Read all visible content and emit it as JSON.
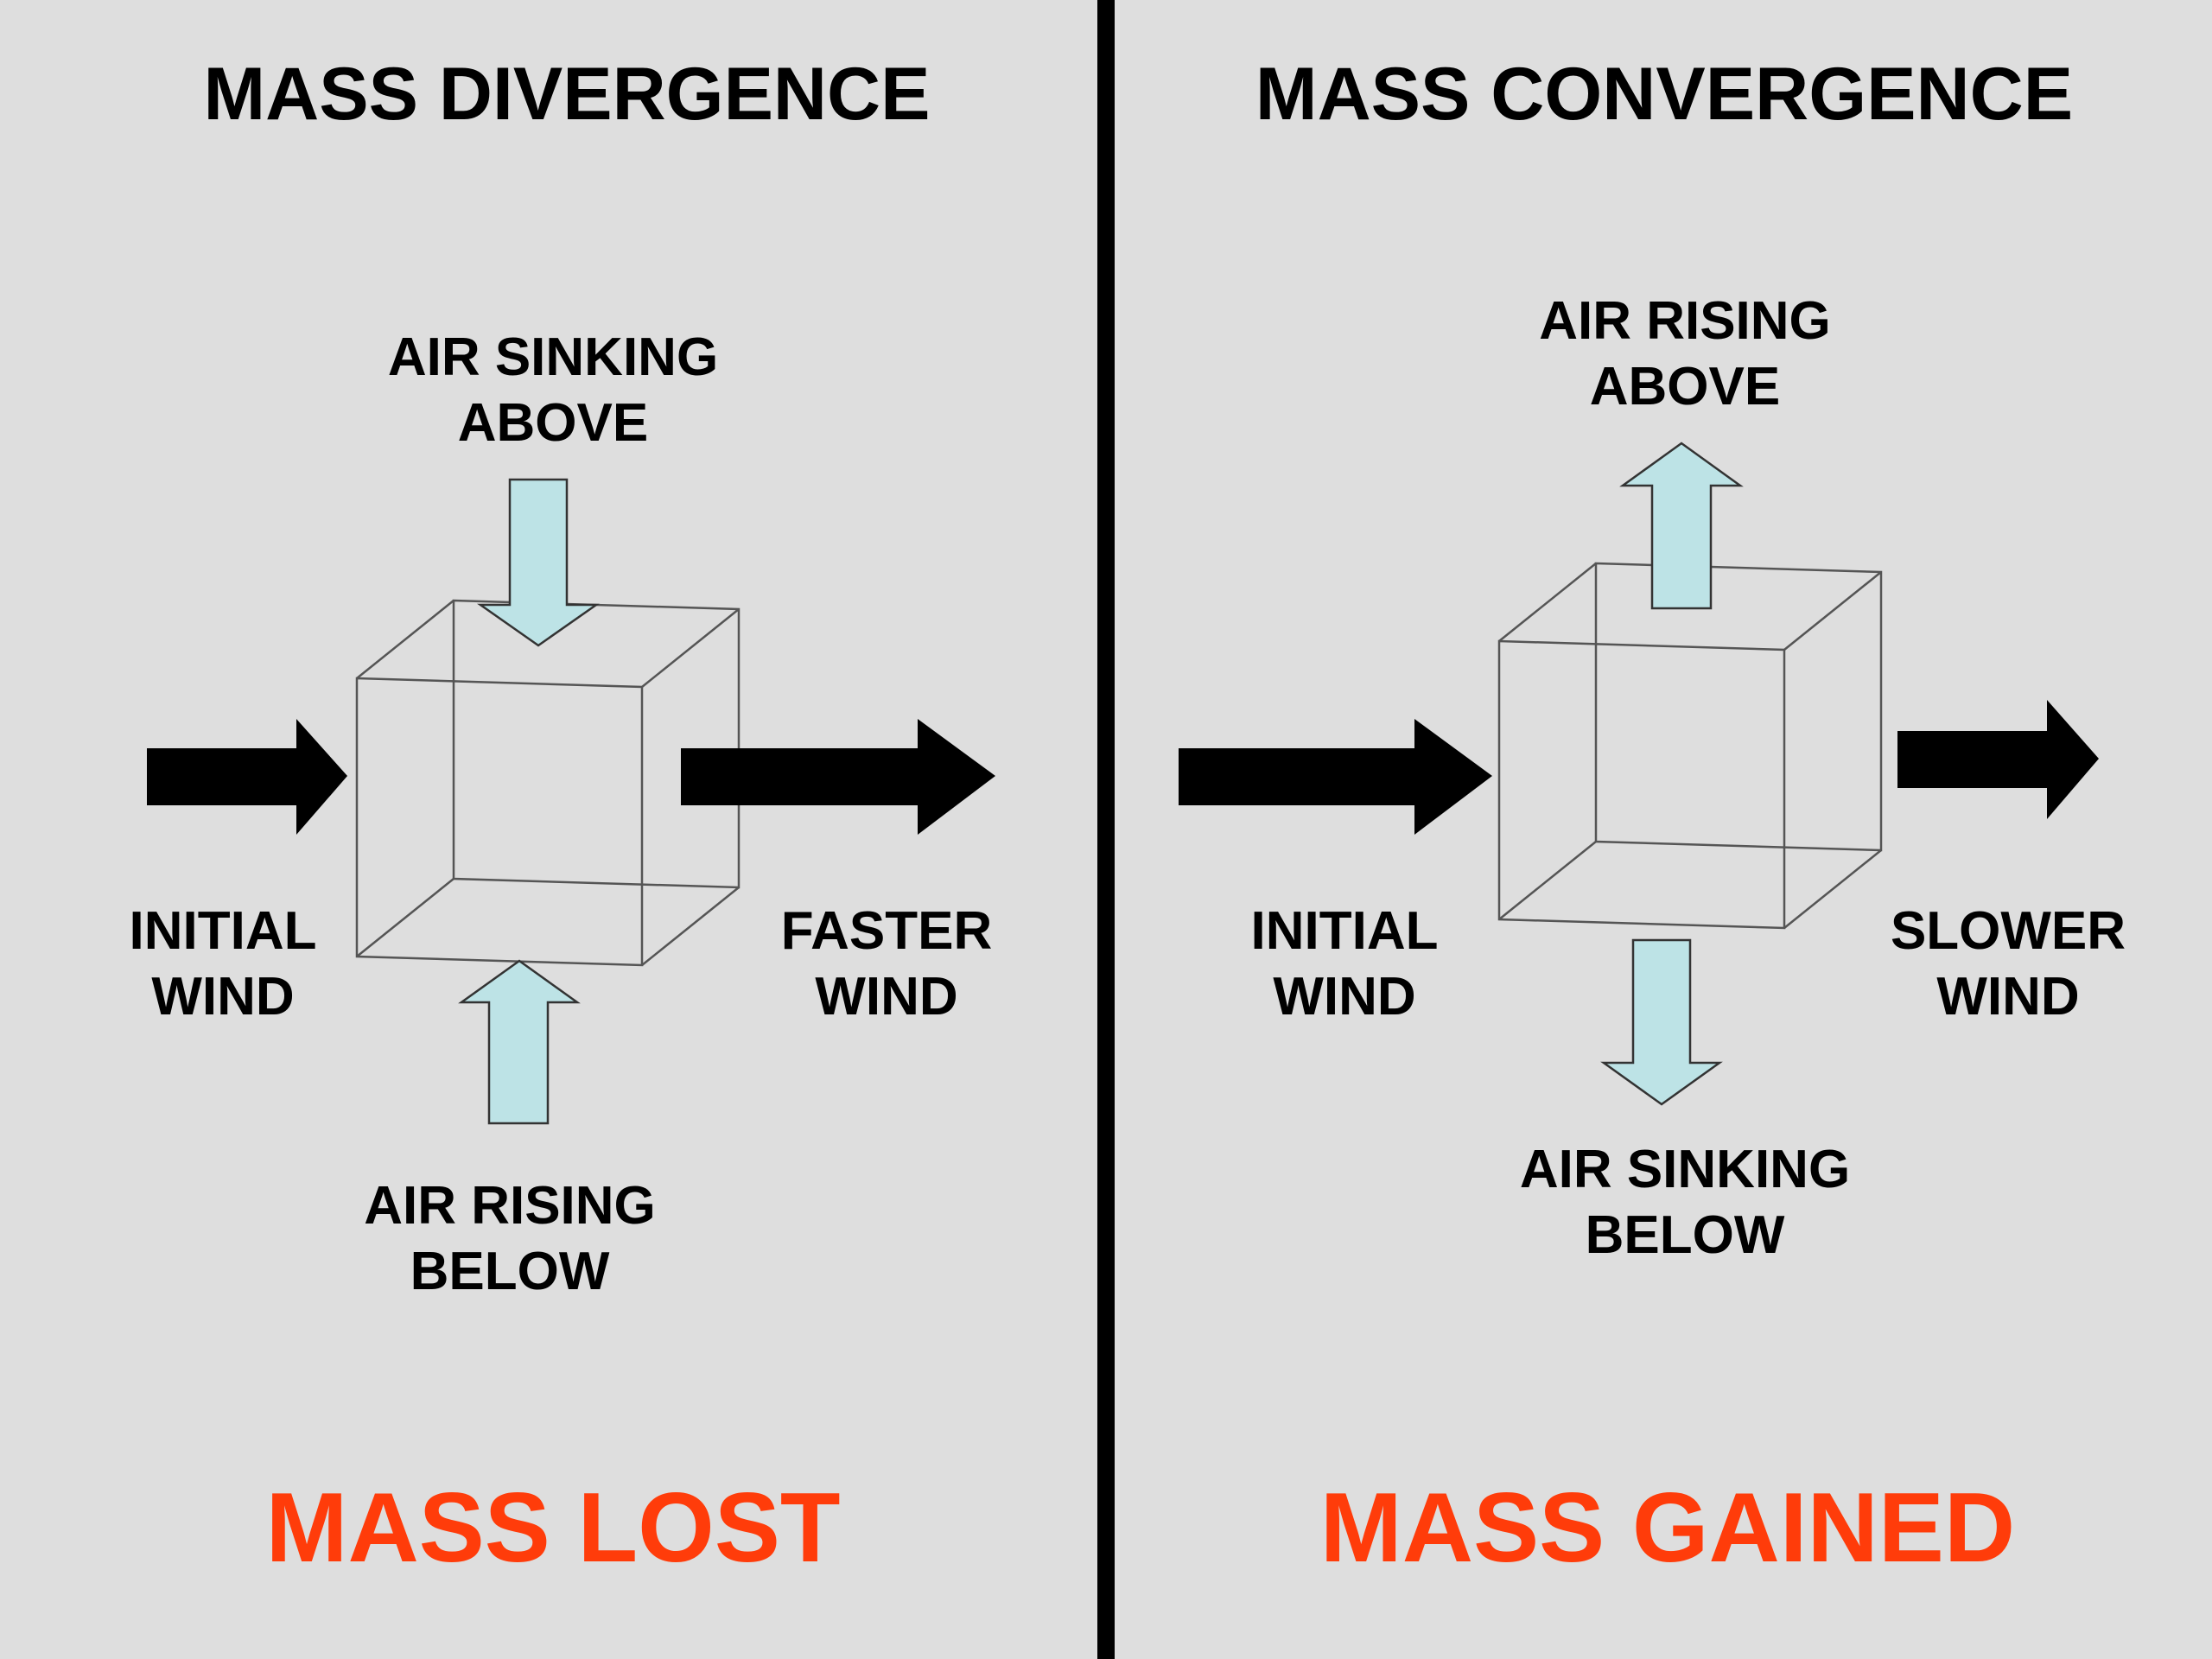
{
  "colors": {
    "background": "#dedede",
    "divider": "#000000",
    "wind_arrow": "#000000",
    "vertical_arrow_fill": "#bde3e6",
    "vertical_arrow_stroke": "#333333",
    "cube_edge": "#555555",
    "result_text": "#ff3c0a",
    "text": "#000000"
  },
  "left_panel": {
    "title": "MASS DIVERGENCE",
    "top_label": {
      "line1": "AIR SINKING",
      "line2": "ABOVE"
    },
    "bottom_label": {
      "line1": "AIR RISING",
      "line2": "BELOW"
    },
    "inflow_label": {
      "line1": "INITIAL",
      "line2": "WIND"
    },
    "outflow_label": {
      "line1": "FASTER",
      "line2": "WIND"
    },
    "result": "MASS LOST"
  },
  "right_panel": {
    "title": "MASS CONVERGENCE",
    "top_label": {
      "line1": "AIR RISING",
      "line2": "ABOVE"
    },
    "bottom_label": {
      "line1": "AIR SINKING",
      "line2": "BELOW"
    },
    "inflow_label": {
      "line1": "INITIAL",
      "line2": "WIND"
    },
    "outflow_label": {
      "line1": "SLOWER",
      "line2": "WIND"
    },
    "result": "MASS GAINED"
  }
}
